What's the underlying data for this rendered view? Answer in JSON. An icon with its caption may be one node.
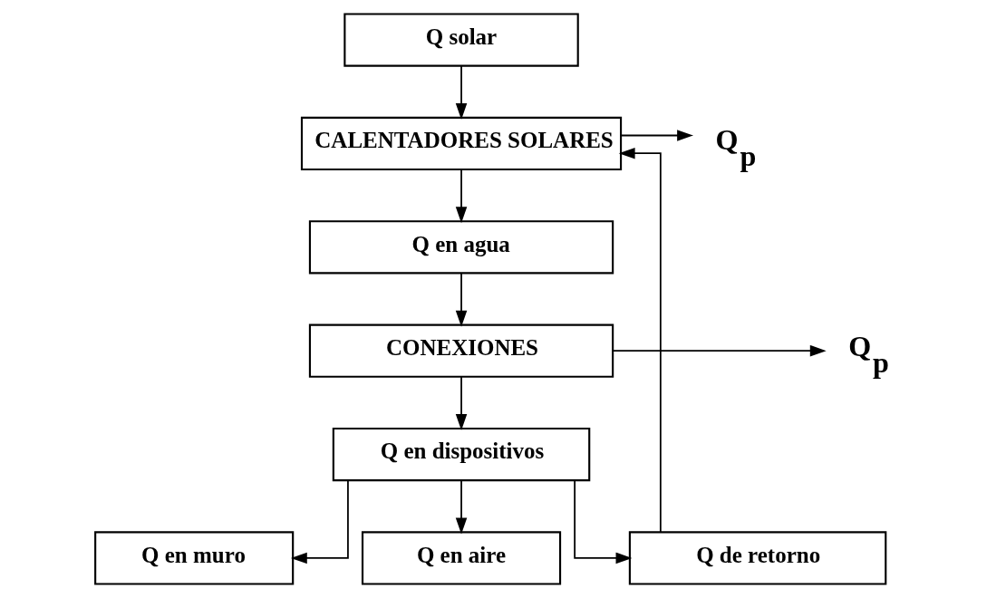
{
  "diagram": {
    "nodes": [
      {
        "text": [
          "Q solar"
        ]
      },
      {
        "text": [
          "Q$_{p}$"
        ]
      },
      {
        "text": [
          "CALENTADORES SOLARES"
        ]
      },
      {
        "text": [
          "Q en agua"
        ]
      },
      {
        "text": [
          "Q$_{p}$"
        ]
      },
      {
        "text": [
          "CONEXIONES"
        ]
      },
      {
        "text": [
          "Q en dispositivos"
        ]
      },
      {
        "text": [
          "Q en muro"
        ]
      },
      {
        "text": [
          "Q en aire"
        ]
      },
      {
        "text": [
          "Q de retorno"
        ]
      }
    ],
    "edges": [
      {
        "from": 0,
        "to": 2,
        "arrow": "to"
      },
      {
        "from": 2,
        "to": 1,
        "arrow": "to"
      },
      {
        "from": 2,
        "to": 3,
        "arrow": "to"
      },
      {
        "from": 3,
        "to": 5,
        "arrow": "to"
      },
      {
        "from": 5,
        "to": 4,
        "arrow": "to"
      },
      {
        "from": 5,
        "to": 6,
        "arrow": "to"
      },
      {
        "from": 6,
        "to": 7,
        "arrow": "to"
      },
      {
        "from": 6,
        "to": 8,
        "arrow": "to"
      },
      {
        "from": 6,
        "to": 9,
        "arrow": "to"
      },
      {
        "from": 9,
        "to": 2,
        "arrow": "to"
      }
    ]
  }
}
